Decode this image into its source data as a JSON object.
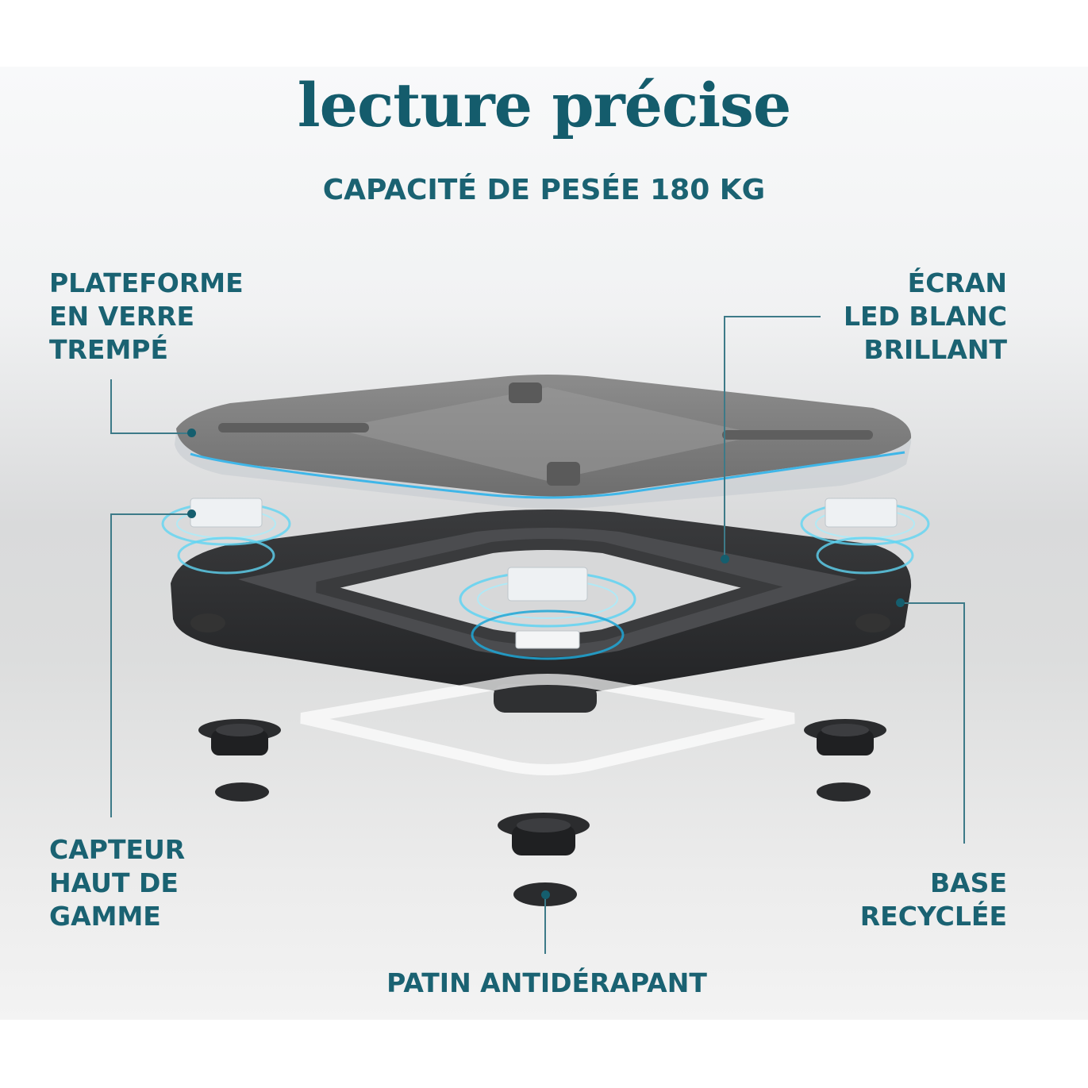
{
  "header": {
    "title": "lecture précise",
    "subtitle": "CAPACITÉ DE PESÉE 180 KG"
  },
  "callouts": {
    "platform": {
      "label": "PLATEFORME\nEN VERRE\nTREMPÉ"
    },
    "screen": {
      "label": "ÉCRAN\nLED BLANC\nBRILLANT"
    },
    "sensor": {
      "label": "CAPTEUR\nHAUT DE\nGAMME"
    },
    "base": {
      "label": "BASE\nRECYCLÉE"
    },
    "pad": {
      "label": "PATIN ANTIDÉRAPANT"
    }
  },
  "colors": {
    "text_teal": "#145c6c",
    "callout_line": "#3d7a88",
    "sensor_glow": "#4fd0f0",
    "glass": "#7a7a7a",
    "base": "#2e2f31"
  }
}
